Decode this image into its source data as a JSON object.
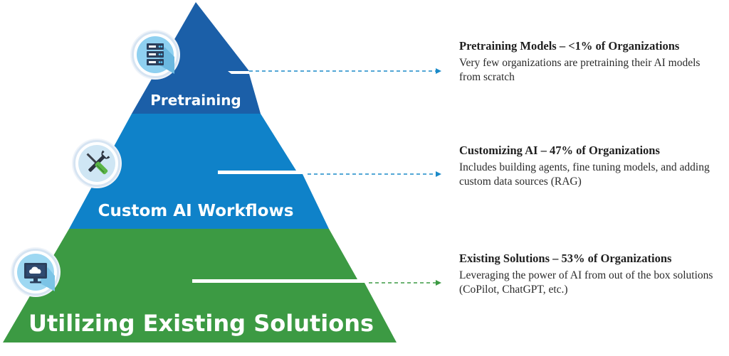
{
  "colors": {
    "tier_top": "#1b5fa8",
    "tier_middle": "#0f82c9",
    "tier_bottom": "#3c9a43",
    "arrow_blue": "#1a8ac8",
    "arrow_green": "#3c9a43"
  },
  "tiers": [
    {
      "label": "Pretraining",
      "icon": "server-rack-icon"
    },
    {
      "label": "Custom AI Workflows",
      "icon": "wrench-screwdriver-icon"
    },
    {
      "label": "Utilizing Existing Solutions",
      "icon": "cloud-monitor-icon"
    }
  ],
  "descriptions": [
    {
      "title": "Pretraining Models – <1% of Organizations",
      "body": "Very few organizations are pretraining their AI models from scratch"
    },
    {
      "title": "Customizing AI – 47% of Organizations",
      "body": "Includes building agents, fine tuning models, and adding custom data sources (RAG)"
    },
    {
      "title": "Existing Solutions – 53% of Organizations",
      "body": "Leveraging the power of AI from out of the box solutions (CoPilot, ChatGPT, etc.)"
    }
  ]
}
